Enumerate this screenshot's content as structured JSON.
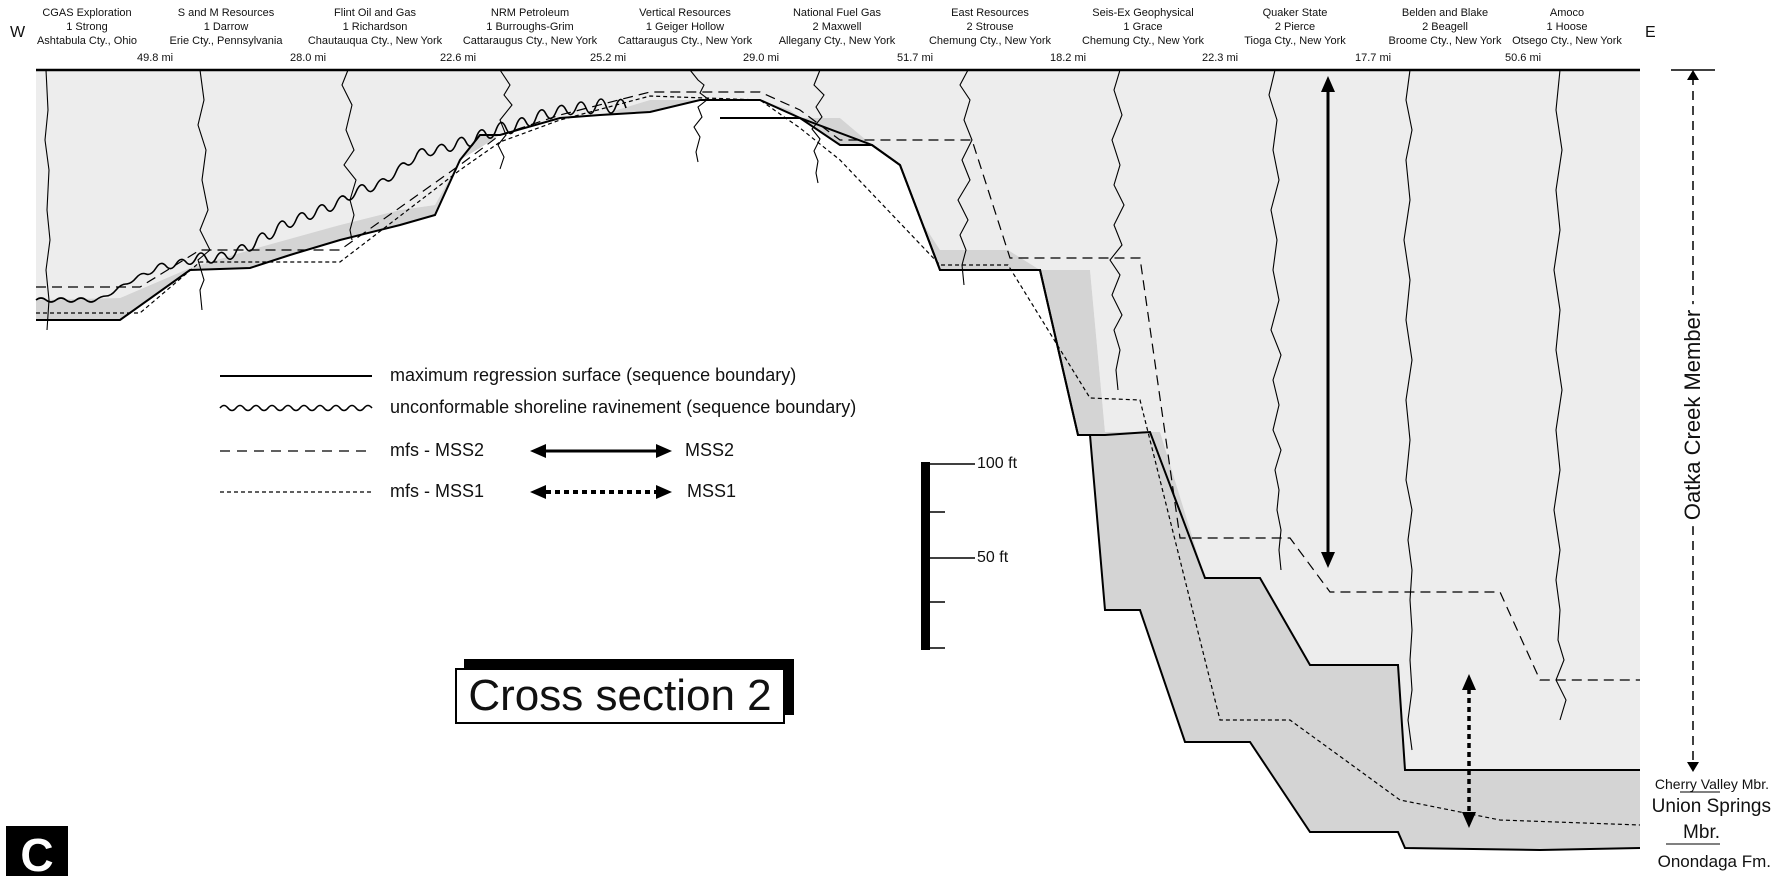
{
  "header": {
    "west_label": "W",
    "east_label": "E",
    "wells": [
      {
        "operator": "CGAS Exploration",
        "well": "1 Strong",
        "location": "Ashtabula Cty., Ohio"
      },
      {
        "operator": "S and M Resources",
        "well": "1 Darrow",
        "location": "Erie Cty., Pennsylvania"
      },
      {
        "operator": "Flint Oil and Gas",
        "well": "1 Richardson",
        "location": "Chautauqua Cty., New York"
      },
      {
        "operator": "NRM Petroleum",
        "well": "1 Burroughs-Grim",
        "location": "Cattaraugus Cty., New York"
      },
      {
        "operator": "Vertical Resources",
        "well": "1 Geiger Hollow",
        "location": "Cattaraugus Cty., New York"
      },
      {
        "operator": "National Fuel Gas",
        "well": "2 Maxwell",
        "location": "Allegany Cty., New York"
      },
      {
        "operator": "East Resources",
        "well": "2 Strouse",
        "location": "Chemung Cty., New York"
      },
      {
        "operator": "Seis-Ex Geophysical",
        "well": "1 Grace",
        "location": "Chemung Cty., New York"
      },
      {
        "operator": "Quaker State",
        "well": "2 Pierce",
        "location": "Tioga Cty., New York"
      },
      {
        "operator": "Belden and Blake",
        "well": "2 Beagell",
        "location": "Broome Cty., New York"
      },
      {
        "operator": "Amoco",
        "well": "1 Hoose",
        "location": "Otsego Cty., New York"
      }
    ],
    "distances": [
      "49.8 mi",
      "28.0 mi",
      "22.6 mi",
      "25.2 mi",
      "29.0 mi",
      "51.7 mi",
      "18.2 mi",
      "22.3 mi",
      "17.7 mi",
      "50.6 mi"
    ]
  },
  "legend": {
    "max_regression": "maximum regression surface (sequence boundary)",
    "ravinement": "unconformable shoreline ravinement (sequence boundary)",
    "mfs_mss2": "mfs - MSS2",
    "mfs_mss1": "mfs - MSS1",
    "arrow_mss2": "MSS2",
    "arrow_mss1": "MSS1"
  },
  "scale": {
    "label_100": "100 ft",
    "label_50": "50 ft"
  },
  "title": "Cross section 2",
  "units": {
    "oatka": "Oatka Creek Member",
    "cherry_valley": "Cherry Valley Mbr.",
    "union_springs_1": "Union Springs",
    "union_springs_2": "Mbr.",
    "onondaga": "Onondaga Fm."
  },
  "panel_letter": "C",
  "colors": {
    "fill_light": "#ededed",
    "fill_dark": "#d4d4d4",
    "line": "#000000"
  }
}
